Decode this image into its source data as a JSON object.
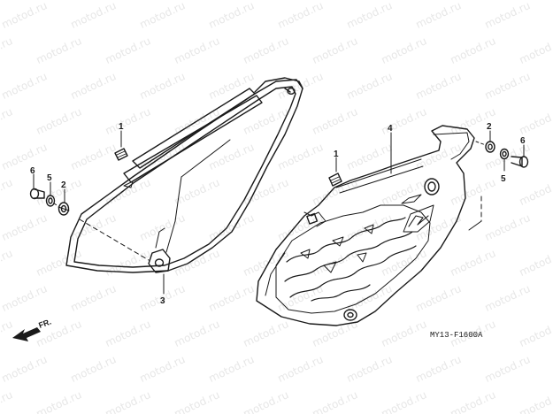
{
  "watermark": {
    "text": "motod.ru"
  },
  "diagram_code": "MY13-F1600A",
  "front_marker": {
    "label": "FR."
  },
  "callouts": {
    "c1_left": "1",
    "c2_left": "2",
    "c3": "3",
    "c5_left": "5",
    "c6_left": "6",
    "c1_right": "1",
    "c4": "4",
    "c2_right": "2",
    "c5_right": "5",
    "c6_right": "6"
  },
  "colors": {
    "line": "#1a1a1a",
    "watermark": "#e7e7e7",
    "background": "#ffffff"
  }
}
